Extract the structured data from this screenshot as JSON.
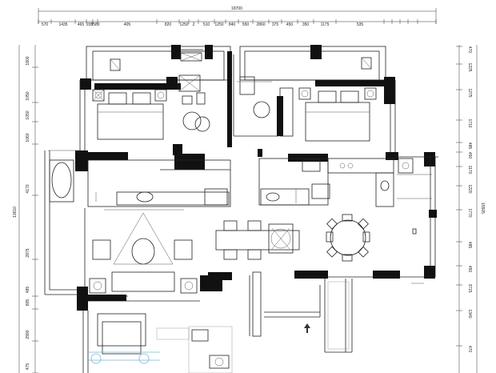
{
  "plan": {
    "overall_top": "18700",
    "overall_right": "15505",
    "overall_left": "13610",
    "top_dims": [
      "570",
      "1435",
      "465",
      "205",
      "3580",
      "405",
      "820",
      "1250",
      "2",
      "510",
      "1250",
      "840",
      "550",
      "2860",
      "375",
      "450",
      "350",
      "1175",
      "535"
    ],
    "right_dims": [
      "470",
      "1225",
      "1275",
      "1710",
      "485",
      "450",
      "1170",
      "1220",
      "1770",
      "485",
      "450",
      "3715",
      "1340",
      "470"
    ],
    "left_dims": [
      "1800",
      "1050",
      "1050",
      "1060",
      "4170",
      "2875",
      "485",
      "805",
      "2990",
      "475"
    ]
  }
}
